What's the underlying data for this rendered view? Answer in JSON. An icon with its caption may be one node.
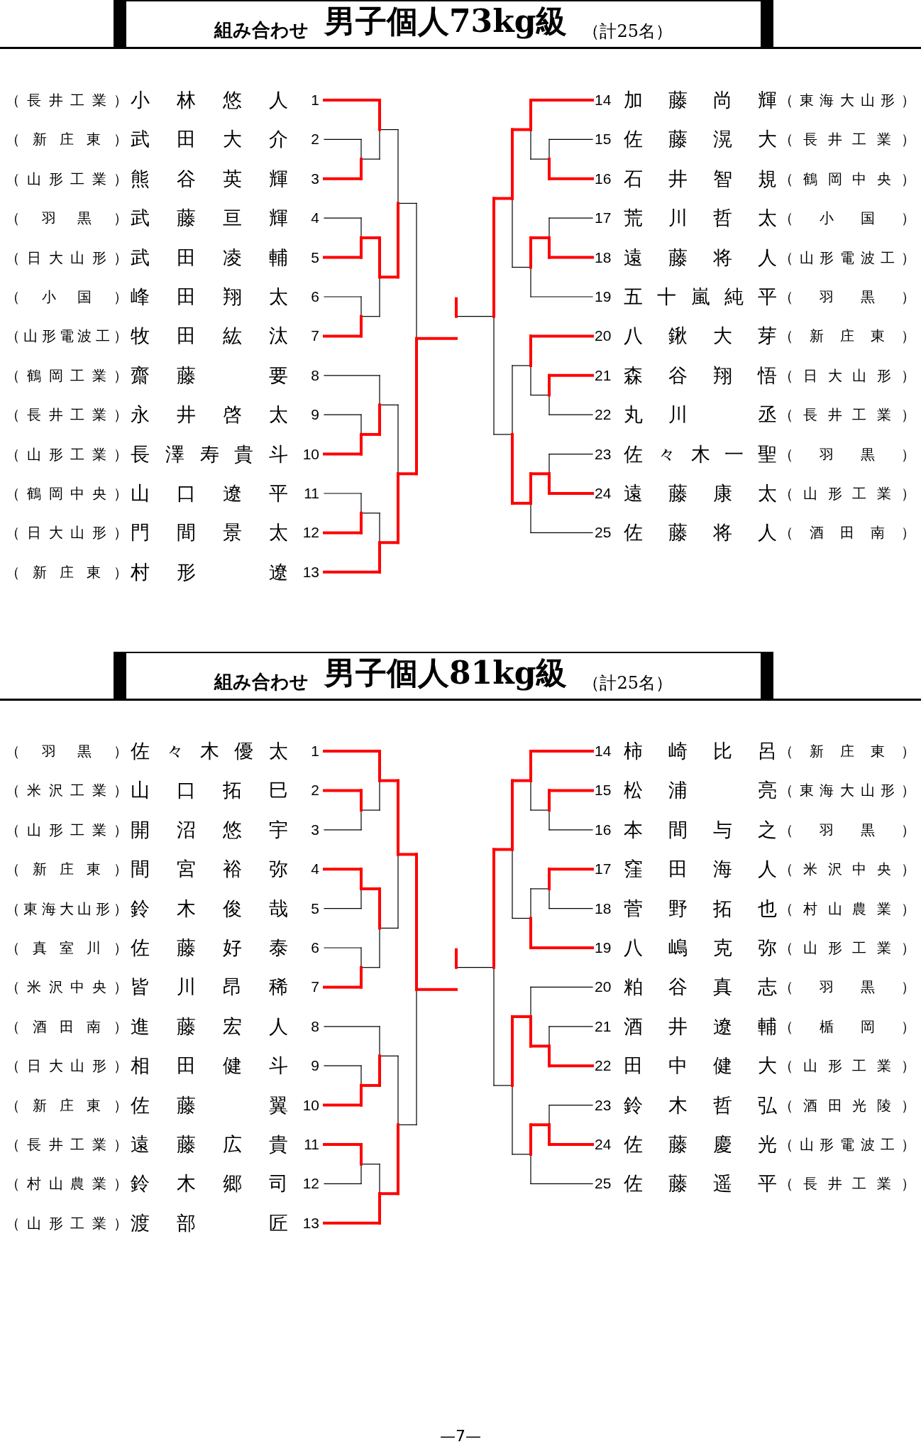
{
  "diagram": {
    "nodes": [
      {
        "text": [
          "組み合わせ",
          "男子個人73kg級",
          "（計25名）"
        ]
      },
      {
        "text": [
          "組み合わせ",
          "男子個人81kg級",
          "（計25名）"
        ]
      }
    ],
    "labels": [
      "（長井工業）",
      "小林悠人",
      "1",
      "14",
      "加藤尚輝",
      "（東海大山形）",
      "（新庄東）",
      "武田大介",
      "2",
      "15",
      "佐藤滉大",
      "（長井工業）",
      "（山形工業）",
      "熊谷英輝",
      "3",
      "16",
      "石井智規",
      "（鶴岡中央）",
      "（羽黒）",
      "武藤亘輝",
      "4",
      "17",
      "荒川哲太",
      "（小国）",
      "（日大山形）",
      "武田凌輔",
      "5",
      "18",
      "遠藤将人",
      "（山形電波工）",
      "（小国）",
      "峰田翔太",
      "6",
      "19",
      "五十嵐純平",
      "（羽黒）",
      "（山形電波工）",
      "牧田紘汰",
      "7",
      "20",
      "八鍬大芽",
      "（新庄東）",
      "（鶴岡工業）",
      "齋藤　要",
      "8",
      "21",
      "森谷翔悟",
      "（日大山形）",
      "（長井工業）",
      "永井啓太",
      "9",
      "22",
      "丸川　丞",
      "（長井工業）",
      "（山形工業）",
      "長澤寿貴斗",
      "10",
      "23",
      "佐々木一聖",
      "（羽黒）",
      "（鶴岡中央）",
      "山口遼平",
      "11",
      "24",
      "遠藤康太",
      "（山形工業）",
      "（日大山形）",
      "門間景太",
      "12",
      "25",
      "佐藤将人",
      "（酒田南）",
      "（新庄東）",
      "村形　遼",
      "13",
      "（羽黒）",
      "佐々木優太",
      "1",
      "14",
      "柿崎比呂",
      "（新庄東）",
      "（米沢工業）",
      "山口拓巳",
      "2",
      "15",
      "松浦　亮",
      "（東海大山形）",
      "（山形工業）",
      "開沼悠宇",
      "3",
      "16",
      "本間与之",
      "（羽黒）",
      "（新庄東）",
      "間宮裕弥",
      "4",
      "17",
      "窪田海人",
      "（米沢中央）",
      "（東海大山形）",
      "鈴木俊哉",
      "5",
      "18",
      "菅野拓也",
      "（村山農業）",
      "（真室川）",
      "佐藤好泰",
      "6",
      "19",
      "八嶋克弥",
      "（山形工業）",
      "（米沢中央）",
      "皆川昂稀",
      "7",
      "20",
      "粕谷真志",
      "（羽黒）",
      "（酒田南）",
      "進藤宏人",
      "8",
      "21",
      "酒井遼輔",
      "（楯岡）",
      "（日大山形）",
      "相田健斗",
      "9",
      "22",
      "田中健大",
      "（山形工業）",
      "（新庄東）",
      "佐藤　翼",
      "10",
      "23",
      "鈴木哲弘",
      "（酒田光陵）",
      "（長井工業）",
      "遠藤広貴",
      "11",
      "24",
      "佐藤慶光",
      "（山形電波工）",
      "（村山農業）",
      "鈴木郷司",
      "12",
      "25",
      "佐藤遥平",
      "（長井工業）",
      "（山形工業）",
      "渡部　匠",
      "13",
      "—7—"
    ]
  }
}
